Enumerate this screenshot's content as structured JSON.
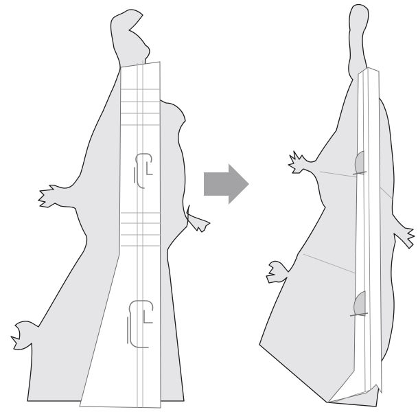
{
  "figure": {
    "colors": {
      "silhouette_fill": "#e5e5e7",
      "outline": "#1a1a1a",
      "panel_fill": "#ffffff",
      "panel_stroke": "#6f6f6f",
      "panel_lines": "#a9a9a9",
      "arrow": "#a3a3a5",
      "clip": "#8a8a8a"
    },
    "left_state": {
      "state": "flat",
      "icons": [
        "standee-silhouette",
        "easel-stand-panel",
        "hook-clip",
        "hook-clip"
      ]
    },
    "arrow": {
      "icon": "arrow-right-icon"
    },
    "right_state": {
      "state": "standing",
      "icons": [
        "standee-silhouette",
        "easel-stand-panel",
        "hook-clip",
        "hook-clip"
      ]
    }
  }
}
